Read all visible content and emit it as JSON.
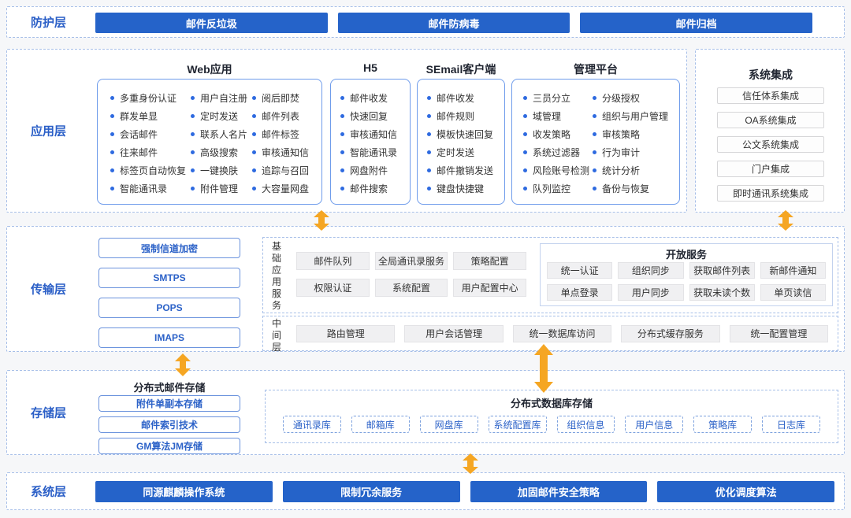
{
  "colors": {
    "primary_blue": "#2563c9",
    "label_blue": "#2b5fc7",
    "arrow_orange": "#f5a623",
    "dashed_border": "#a7bfe8"
  },
  "layers": {
    "protection": {
      "label": "防护层",
      "buttons": [
        "邮件反垃圾",
        "邮件防病毒",
        "邮件归档"
      ]
    },
    "application": {
      "label": "应用层",
      "web": {
        "title": "Web应用",
        "col1": [
          "多重身份认证",
          "群发单显",
          "会话邮件",
          "往来邮件",
          "标签页自动恢复",
          "智能通讯录"
        ],
        "col2": [
          "用户自注册",
          "定时发送",
          "联系人名片",
          "高级搜索",
          "一键换肤",
          "附件管理"
        ],
        "col3": [
          "阅后即焚",
          "邮件列表",
          "邮件标签",
          "审核通知信",
          "追踪与召回",
          "大容量网盘"
        ]
      },
      "h5": {
        "title": "H5",
        "items": [
          "邮件收发",
          "快速回复",
          "审核通知信",
          "智能通讯录",
          "网盘附件",
          "邮件搜索"
        ]
      },
      "semail": {
        "title": "SEmail客户端",
        "items": [
          "邮件收发",
          "邮件规则",
          "模板快速回复",
          "定时发送",
          "邮件撤销发送",
          "键盘快捷键"
        ]
      },
      "admin": {
        "title": "管理平台",
        "col1": [
          "三员分立",
          "域管理",
          "收发策略",
          "系统过滤器",
          "风险账号检测",
          "队列监控"
        ],
        "col2": [
          "分级授权",
          "组织与用户管理",
          "审核策略",
          "行为审计",
          "统计分析",
          "备份与恢复"
        ]
      }
    },
    "integration": {
      "title": "系统集成",
      "buttons": [
        "信任体系集成",
        "OA系统集成",
        "公文系统集成",
        "门户集成",
        "即时通讯系统集成"
      ]
    },
    "transport": {
      "label": "传输层",
      "protocols": [
        "强制信道加密",
        "SMTPS",
        "POPS",
        "IMAPS"
      ],
      "base_services": {
        "label": "基础应用服务",
        "row1": [
          "邮件队列",
          "全局通讯录服务",
          "策略配置"
        ],
        "row2": [
          "权限认证",
          "系统配置",
          "用户配置中心"
        ]
      },
      "open_services": {
        "title": "开放服务",
        "row1": [
          "统一认证",
          "组织同步",
          "获取邮件列表",
          "新邮件通知"
        ],
        "row2": [
          "单点登录",
          "用户同步",
          "获取未读个数",
          "单页读信"
        ]
      },
      "middleware": {
        "label": "中间层",
        "buttons": [
          "路由管理",
          "用户会话管理",
          "统一数据库访问",
          "分布式缓存服务",
          "统一配置管理"
        ]
      }
    },
    "storage": {
      "label": "存储层",
      "mail": {
        "title": "分布式邮件存储",
        "buttons": [
          "附件单副本存储",
          "邮件索引技术",
          "GM算法JM存储"
        ]
      },
      "database": {
        "title": "分布式数据库存储",
        "buttons": [
          "通讯录库",
          "邮箱库",
          "网盘库",
          "系统配置库",
          "组织信息",
          "用户信息",
          "策略库",
          "日志库"
        ]
      }
    },
    "system": {
      "label": "系统层",
      "buttons": [
        "同源麒麟操作系统",
        "限制冗余服务",
        "加固邮件安全策略",
        "优化调度算法"
      ]
    }
  }
}
